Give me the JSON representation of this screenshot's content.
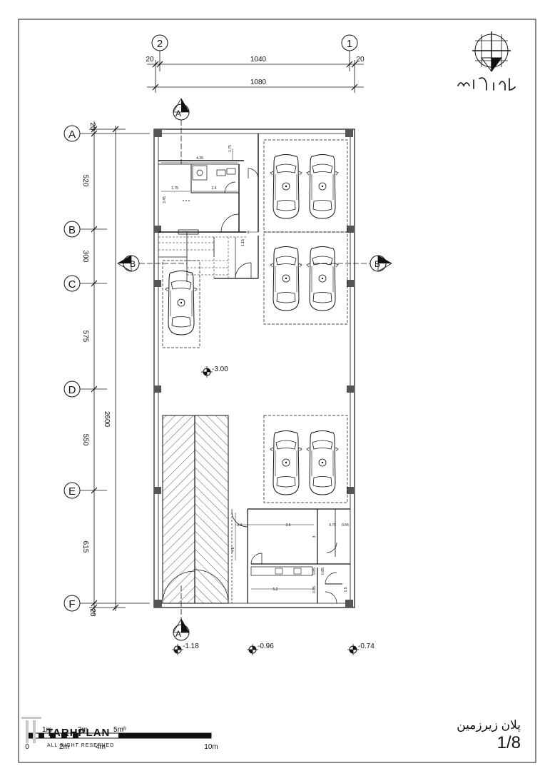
{
  "drawing": {
    "title": "پلان زیرزمین",
    "scale": "1/8",
    "north_symbol": "north-arrow-icon"
  },
  "grid_columns": [
    {
      "label": "2"
    },
    {
      "label": "1"
    }
  ],
  "grid_rows": [
    {
      "label": "A"
    },
    {
      "label": "B"
    },
    {
      "label": "C"
    },
    {
      "label": "D"
    },
    {
      "label": "E"
    },
    {
      "label": "F"
    }
  ],
  "dimensions": {
    "top_left_edge": "20",
    "top_span": "1040",
    "top_right_edge": "20",
    "overall_width": "1080",
    "overall_height": "2600",
    "rows": [
      "20",
      "520",
      "300",
      "575",
      "550",
      "615",
      "20"
    ]
  },
  "sections": {
    "top": "A",
    "bottom": "A",
    "left": "B",
    "right": "B"
  },
  "levels": {
    "parking": "-3.00",
    "left": "-1.18",
    "middle": "-0.96",
    "right": "-0.74"
  },
  "room_dims": {
    "upper_width": "4.35",
    "upper_depth": "1.75",
    "wc_a": "1.75",
    "wc_b": "2.4",
    "wc_h": "3.45",
    "stair": "1.15",
    "stair_b": "1",
    "low_a": "3.6",
    "low_b": "0.75",
    "low_c": "0.55",
    "low_d": "1.3",
    "low_e": "4.8",
    "low_f": "3",
    "low_g": "5.2",
    "low_h": "0.85",
    "low_i": "0.85",
    "low_j": "1.5",
    "low_k": "0.85"
  },
  "scale_bar": {
    "labels_top": [
      "1m",
      "3m",
      "5m"
    ],
    "labels_bottom": [
      "0",
      "2m",
      "4m",
      "10m"
    ]
  },
  "watermark": {
    "brand": "TARHPLAN",
    "sub": "ALL RIGHT RESERVED",
    "reg": "®"
  },
  "colors": {
    "line": "#111111",
    "column": "#555555",
    "watermark": "#b8b8b8"
  }
}
